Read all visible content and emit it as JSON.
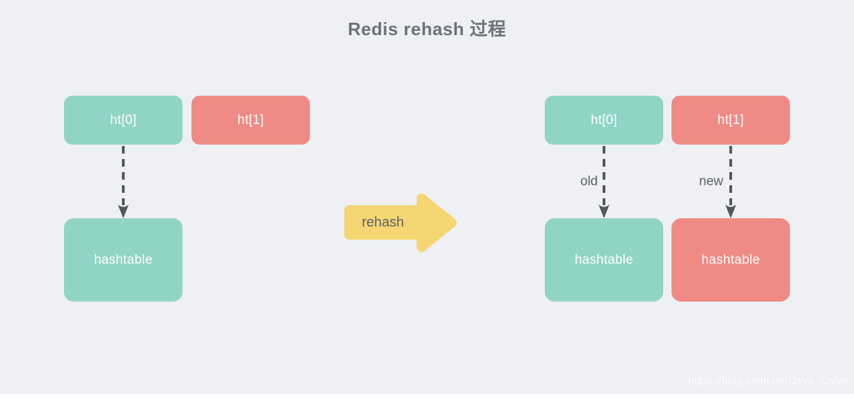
{
  "title": "Redis rehash 过程",
  "colors": {
    "bg": "#eef0f3",
    "teal": "#90d4c5",
    "salmon": "#f08a84",
    "yellow": "#f6d573",
    "ink": "#54565f",
    "label": "#5d6069",
    "title": "#6e717b",
    "box-text": "#ffffff",
    "strip": "#fcfdfe"
  },
  "before": {
    "ht0_label": "ht[0]",
    "ht1_label": "ht[1]",
    "hashtable_label": "hashtable"
  },
  "transition": {
    "label": "rehash"
  },
  "after": {
    "ht0_label": "ht[0]",
    "ht1_label": "ht[1]",
    "old_edge_label": "old",
    "new_edge_label": "new",
    "hashtable_old_label": "hashtable",
    "hashtable_new_label": "hashtable"
  },
  "watermark": "https://blog.csdn.net/Java_Caiyo"
}
